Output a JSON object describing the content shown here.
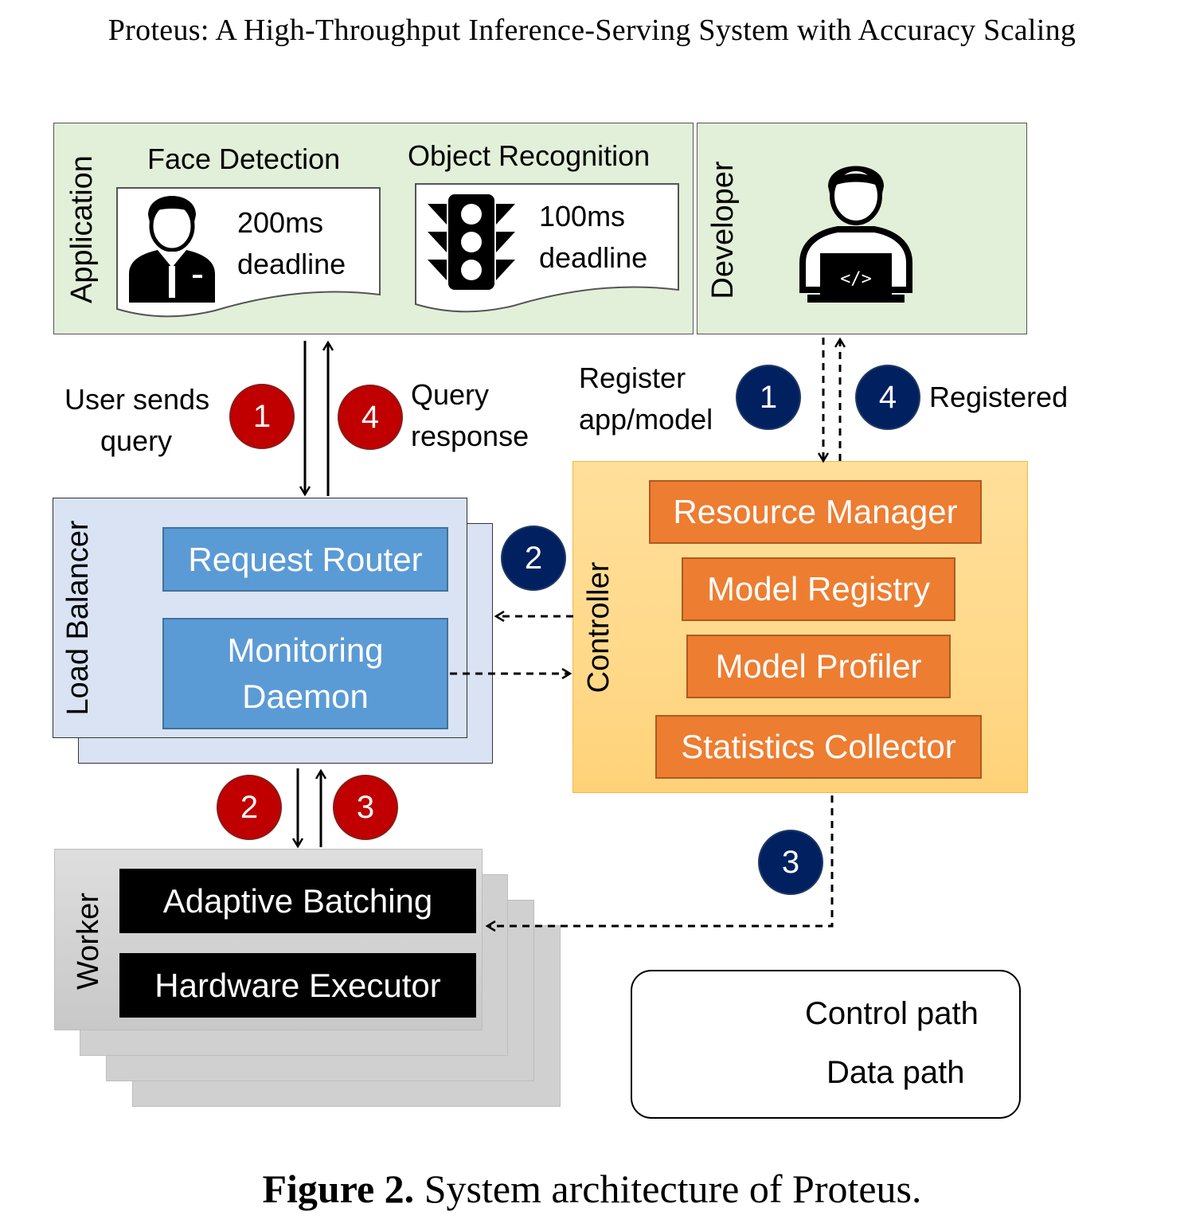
{
  "header": {
    "running_title": "Proteus: A High-Throughput Inference-Serving System with Accuracy Scaling"
  },
  "application": {
    "label": "Application",
    "face_detection": {
      "title": "Face Detection",
      "deadline_value": "200ms",
      "deadline_word": "deadline",
      "icon": "person-in-suit-icon"
    },
    "object_recognition": {
      "title": "Object Recognition",
      "deadline_value": "100ms",
      "deadline_word": "deadline",
      "icon": "traffic-light-icon"
    }
  },
  "developer": {
    "label": "Developer",
    "icon": "developer-laptop-icon"
  },
  "data_flow": {
    "user_sends_query_line1": "User sends",
    "user_sends_query_line2": "query",
    "query_response_line1": "Query",
    "query_response_line2": "response"
  },
  "control_flow": {
    "register_line1": "Register",
    "register_line2": "app/model",
    "registered": "Registered"
  },
  "load_balancer": {
    "label": "Load Balancer",
    "request_router": "Request Router",
    "monitoring_line1": "Monitoring",
    "monitoring_line2": "Daemon"
  },
  "controller": {
    "label": "Controller",
    "components": [
      "Resource Manager",
      "Model Registry",
      "Model Profiler",
      "Statistics Collector"
    ]
  },
  "worker": {
    "label": "Worker",
    "adaptive_batching": "Adaptive Batching",
    "hardware_executor": "Hardware Executor"
  },
  "badges": {
    "data_1": "1",
    "data_4": "4",
    "data_2": "2",
    "data_3": "3",
    "ctrl_1": "1",
    "ctrl_4": "4",
    "ctrl_2": "2",
    "ctrl_3": "3"
  },
  "legend": {
    "control_path": "Control path",
    "data_path": "Data path"
  },
  "caption": {
    "label": "Figure 2.",
    "text": "System architecture of Proteus."
  },
  "colors": {
    "app_bg": "#e2efd9",
    "lb_bg": "#d9e3f4",
    "blue": "#5b9bd5",
    "orange": "#ed7d31",
    "controller_bg": "#ffd98a",
    "data_badge": "#c00000",
    "control_badge": "#002060",
    "worker_bg": "#d0d0d0"
  }
}
